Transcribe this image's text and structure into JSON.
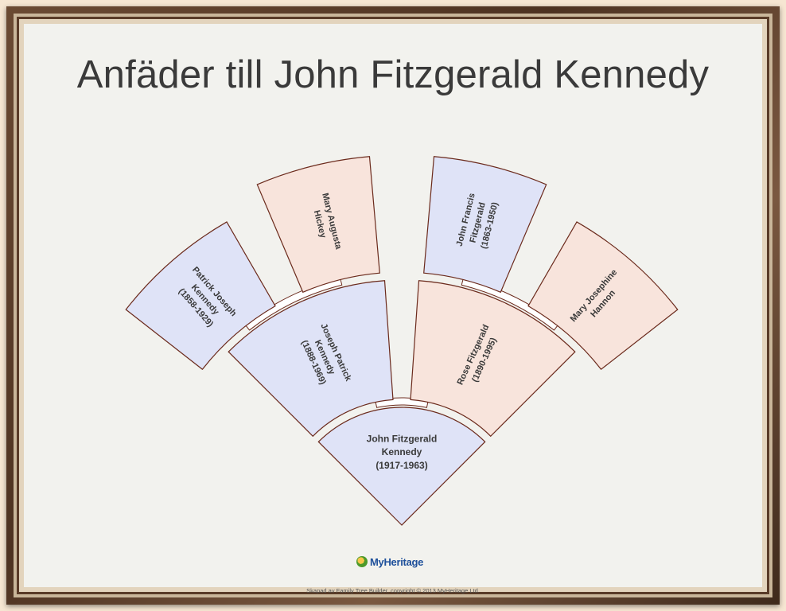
{
  "title": "Anfäder till John Fitzgerald Kennedy",
  "colors": {
    "male_fill": "#dfe3f7",
    "female_fill": "#f8e4dc",
    "outline": "#6b2a1c",
    "mat": "#f2f2ee",
    "frame": "#5a3c28"
  },
  "people": {
    "root": {
      "lines": [
        "John Fitzgerald",
        "Kennedy",
        "(1917-1963)"
      ],
      "sex": "male"
    },
    "father": {
      "lines": [
        "Joseph Patrick",
        "Kennedy",
        "(1888-1969)"
      ],
      "sex": "male"
    },
    "mother": {
      "lines": [
        "Rose Fitzgerald",
        "(1890-1995)"
      ],
      "sex": "female"
    },
    "paternal_grandfather": {
      "lines": [
        "Patrick Joseph",
        "Kennedy",
        "(1858-1929)"
      ],
      "sex": "male"
    },
    "paternal_grandmother": {
      "lines": [
        "Mary Augusta",
        "Hickey"
      ],
      "sex": "female"
    },
    "maternal_grandfather": {
      "lines": [
        "John Francis",
        "Fitzgerald",
        "(1863-1950)"
      ],
      "sex": "male"
    },
    "maternal_grandmother": {
      "lines": [
        "Mary Josephine",
        "Hannon"
      ],
      "sex": "female"
    }
  },
  "logo": {
    "text": "MyHeritage",
    "icon": "myheritage-logo-icon"
  },
  "footer": "Skapad av Family Tree Builder, copyright © 2013 MyHeritage Ltd."
}
